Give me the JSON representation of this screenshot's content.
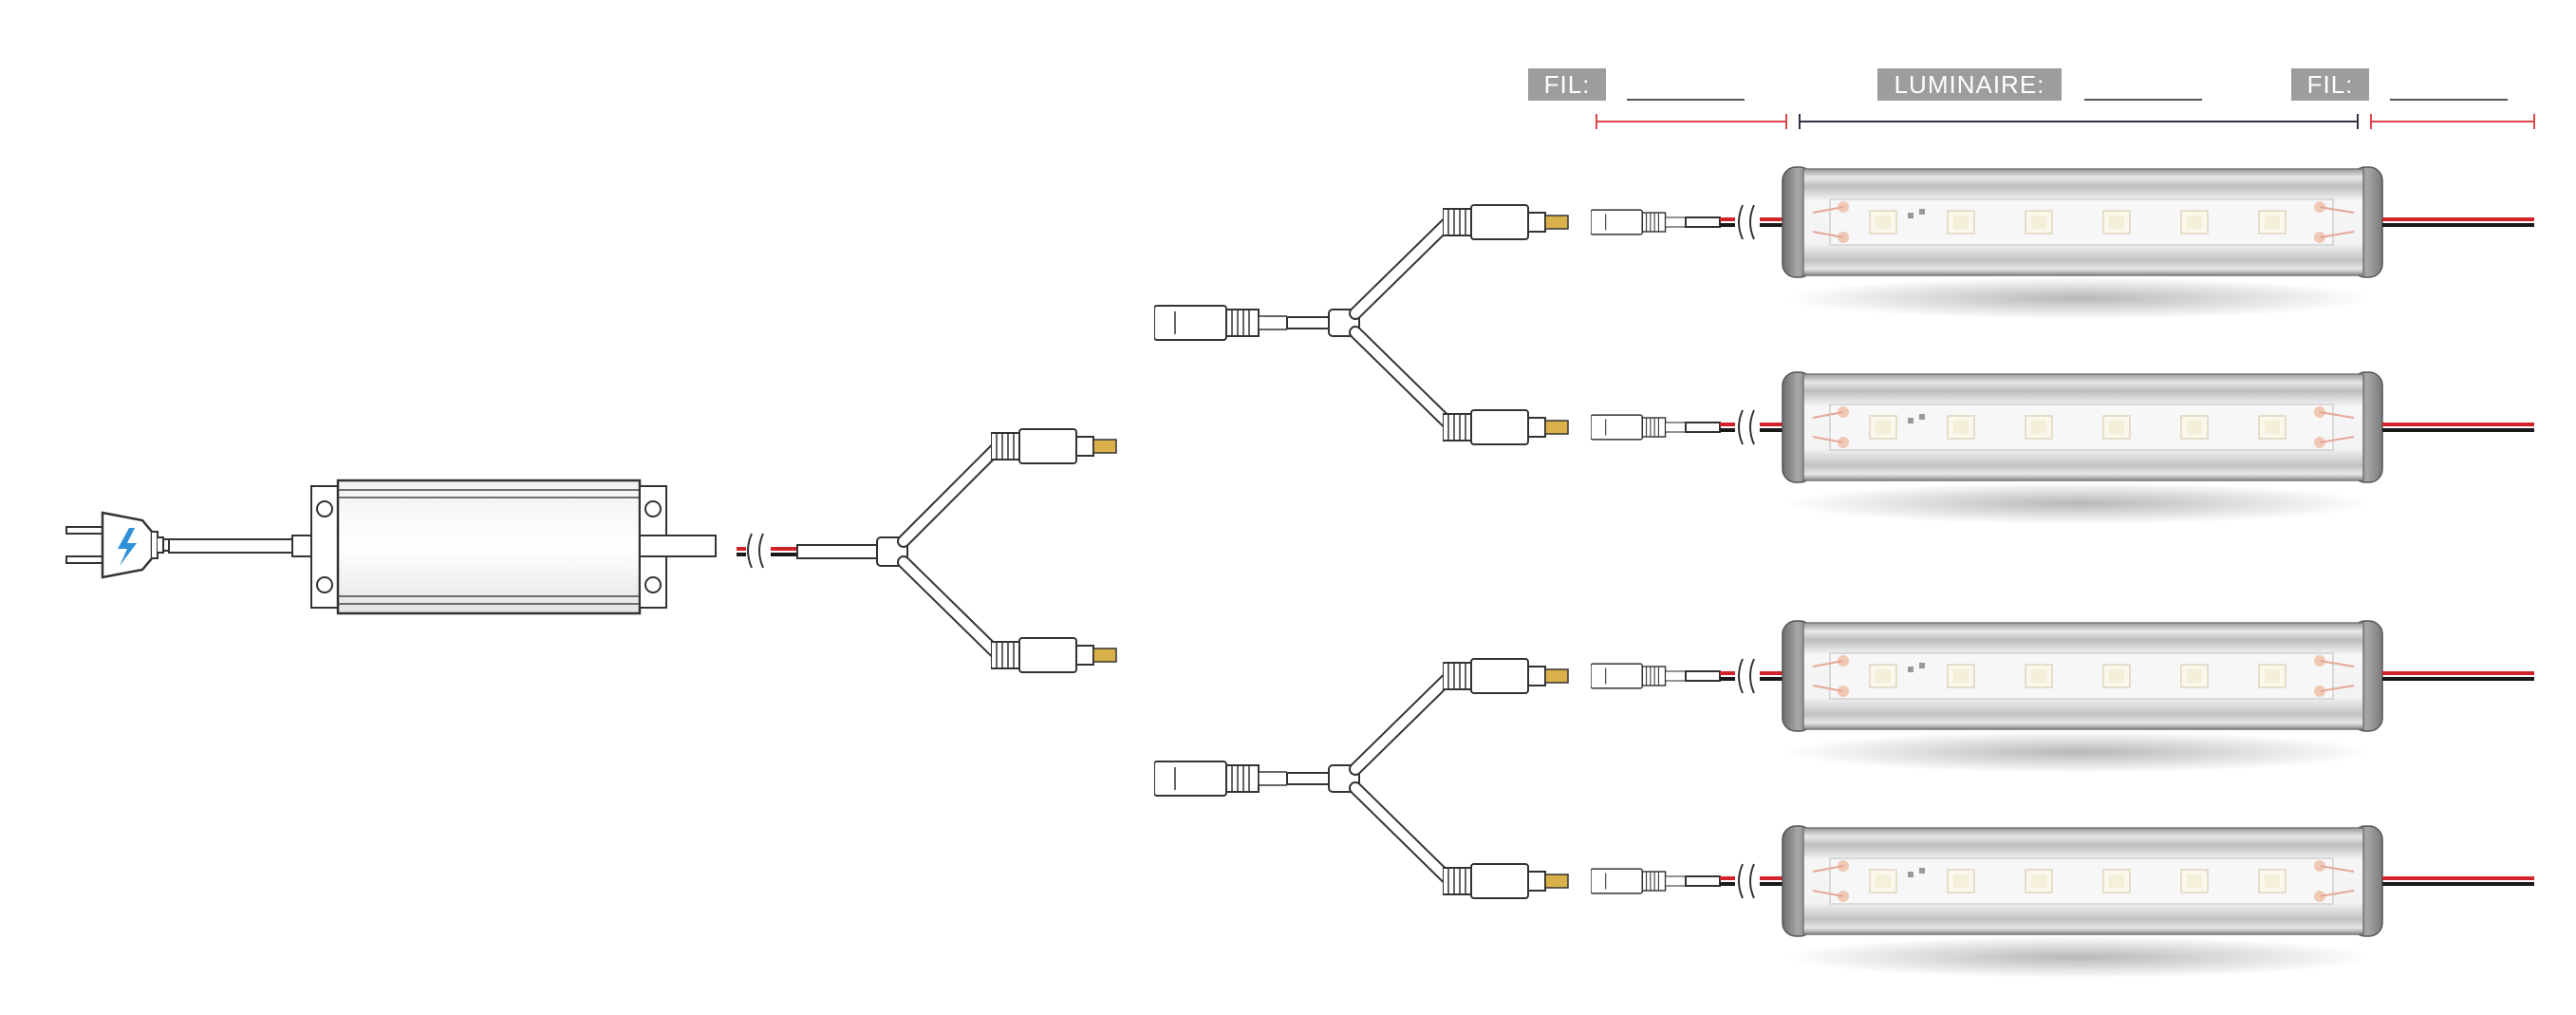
{
  "labels": {
    "wire_left": "FIL:",
    "luminaire": "LUMINAIRE:",
    "wire_right": "FIL:"
  },
  "icons": {
    "plug": "ac-plug-icon",
    "power_supply": "led-driver-icon",
    "lightning": "lightning-bolt-icon"
  },
  "colors": {
    "label_bg": "#9d9d9d",
    "wire_red": "#d2232a",
    "wire_black": "#1a1a1a",
    "connector_tip": "#d9b04a",
    "bolt_blue": "#2f8fd8",
    "dimension_red": "#e0474c",
    "dimension_dark": "#333344"
  }
}
